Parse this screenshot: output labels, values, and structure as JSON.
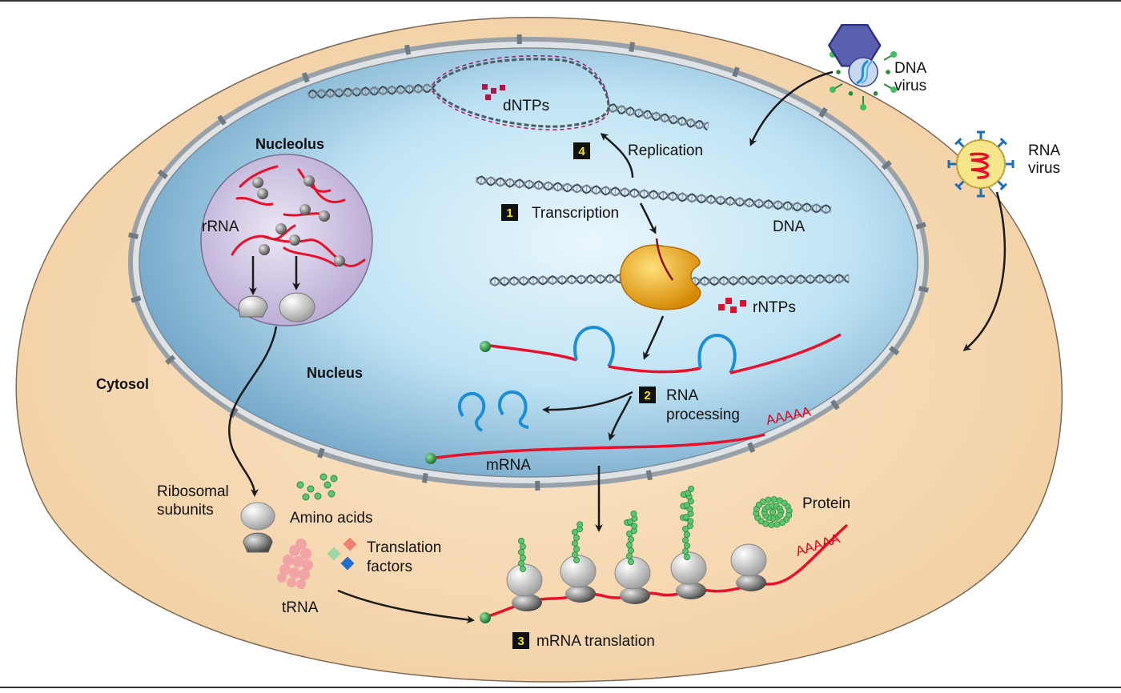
{
  "labels": {
    "dna_virus_line1": "DNA",
    "dna_virus_line2": "virus",
    "rna_virus_line1": "RNA",
    "rna_virus_line2": "virus",
    "nucleolus": "Nucleolus",
    "rrna": "rRNA",
    "nucleus": "Nucleus",
    "cytosol": "Cytosol",
    "dntps": "dNTPs",
    "replication": "Replication",
    "transcription": "Transcription",
    "dna": "DNA",
    "rntps": "rNTPs",
    "rna_processing_line1": "RNA",
    "rna_processing_line2": "processing",
    "mrna": "mRNA",
    "ribosomal_subunits_line1": "Ribosomal",
    "ribosomal_subunits_line2": "subunits",
    "amino_acids": "Amino acids",
    "translation_factors_line1": "Translation",
    "translation_factors_line2": "factors",
    "trna": "tRNA",
    "protein": "Protein",
    "mrna_translation": "mRNA translation",
    "polya_nucleus": "AAAAA",
    "polya_cytosol": "AAAAA"
  },
  "steps": {
    "transcription": "1",
    "rna_processing": "2",
    "mrna_translation": "3",
    "replication": "4"
  },
  "colors": {
    "cytosol": "#f6d8b1",
    "nucleus": "#b7ddf0",
    "nuclear_envelope": "#9aa4ab",
    "nucleolus": "#d7cde8",
    "rna": "#e8102a",
    "intron_loops": "#1b8fd6",
    "polymerase": "#f0a51c",
    "step_box": "#111111",
    "step_number": "#f2e600",
    "amino_acid": "#5cc56f",
    "cap": "#1f8a3c",
    "nucleotide": "#c4002c"
  }
}
